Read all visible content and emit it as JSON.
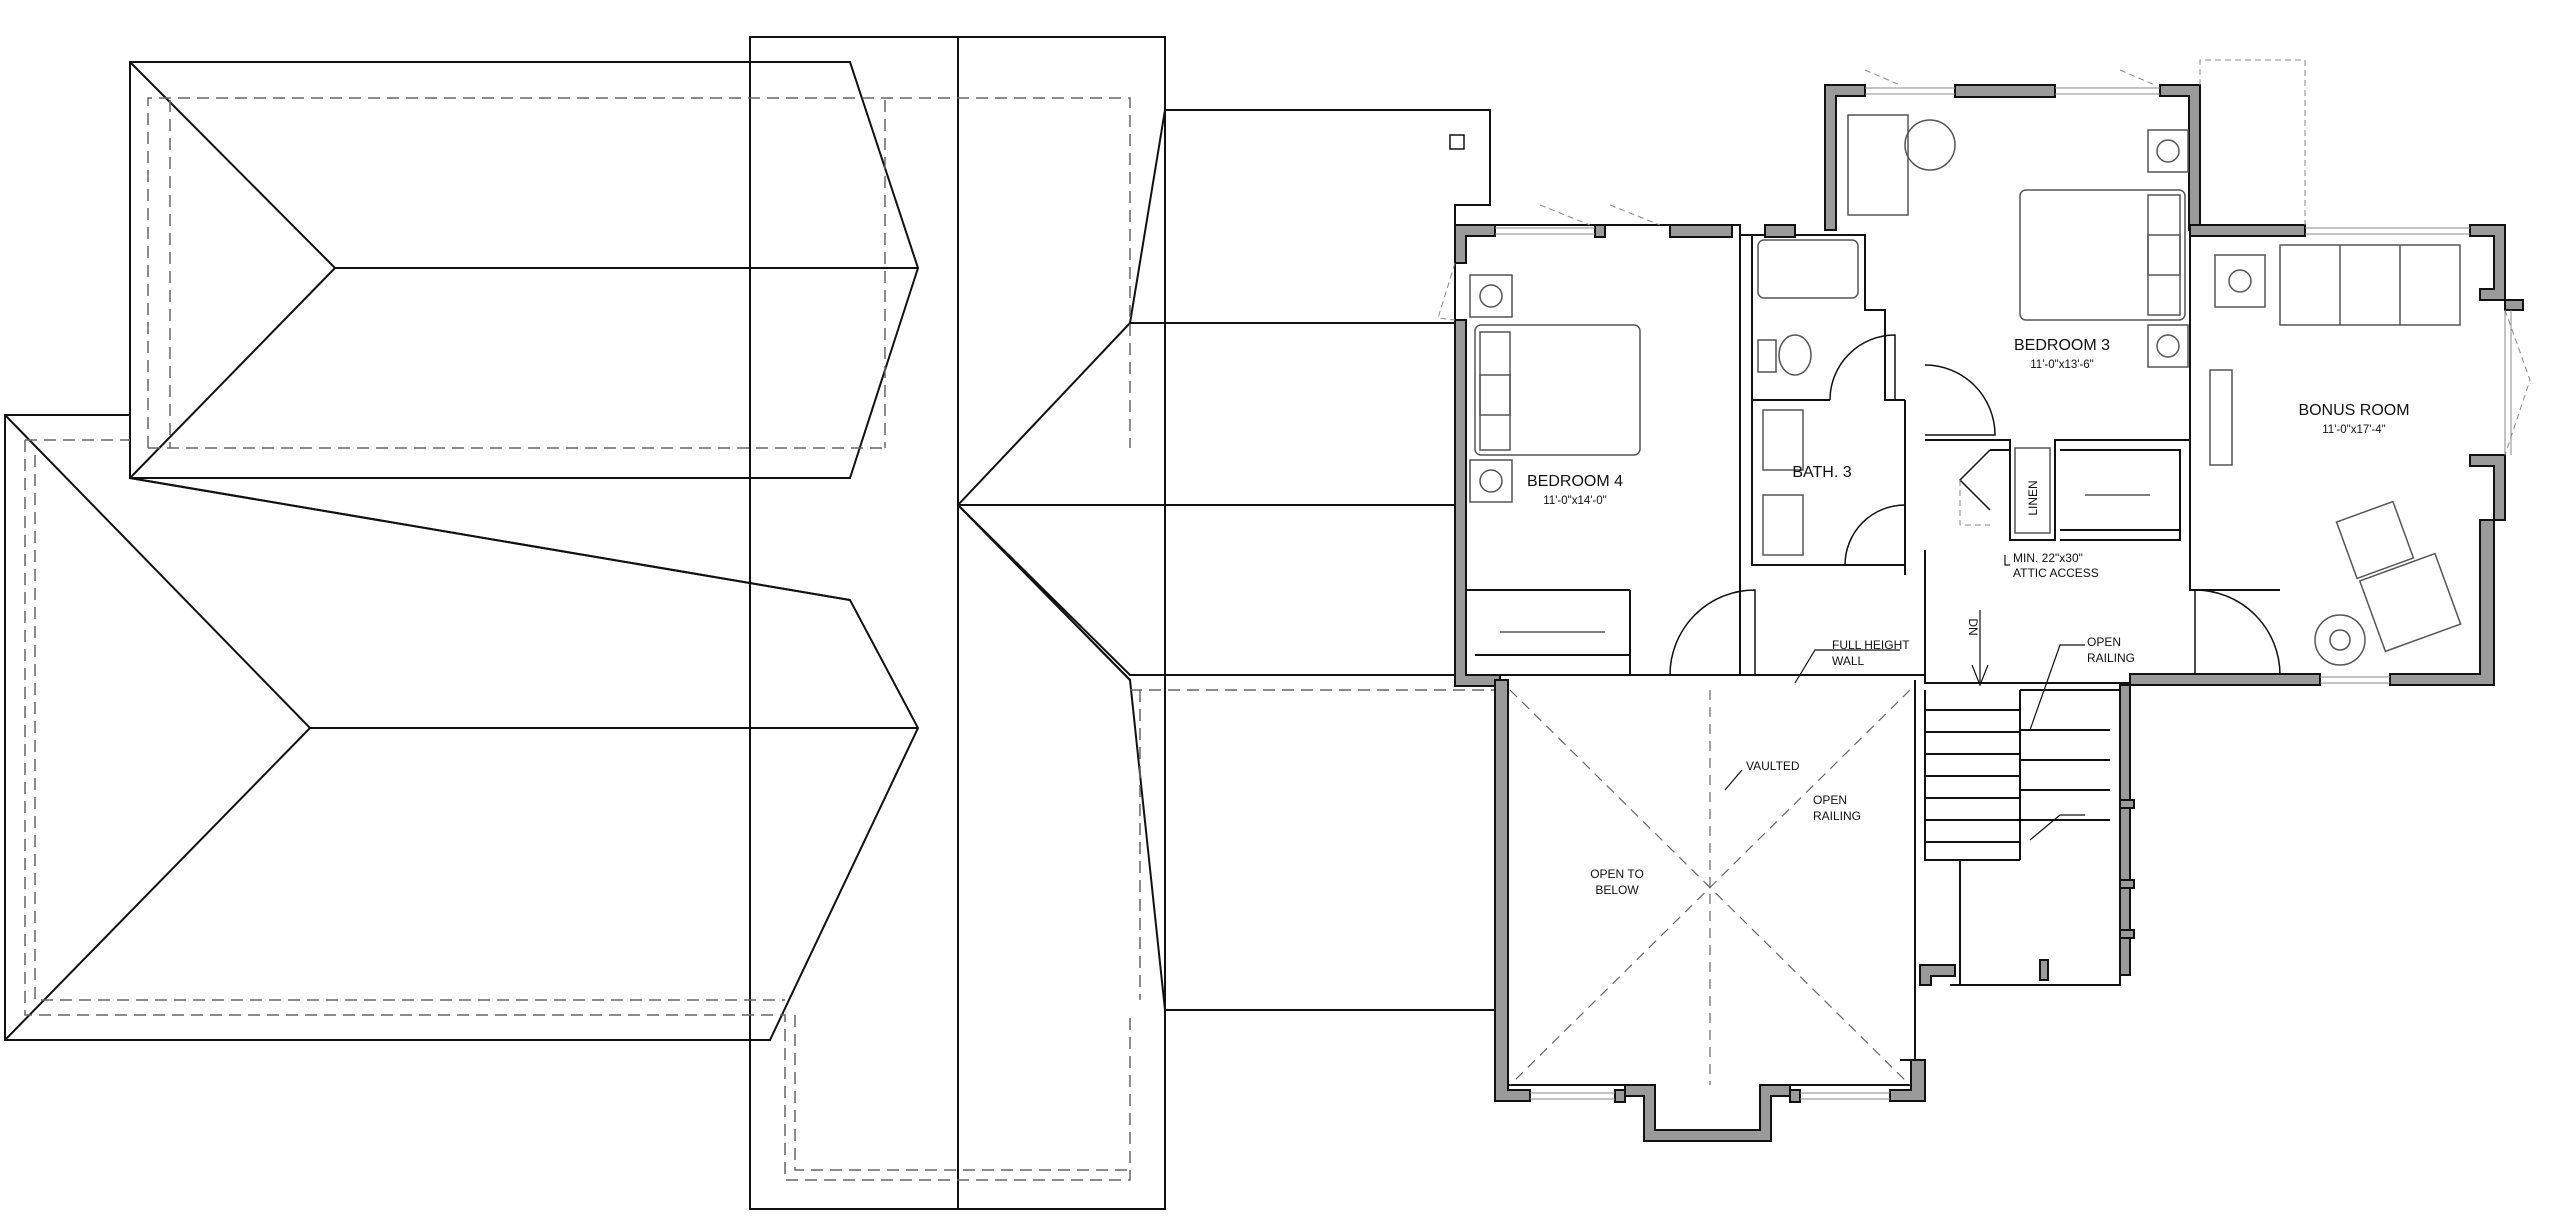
{
  "rooms": {
    "bedroom4": {
      "name": "BEDROOM 4",
      "dims": "11'-0\"x14'-0\""
    },
    "bedroom3": {
      "name": "BEDROOM 3",
      "dims": "11'-0\"x13'-6\""
    },
    "bonus": {
      "name": "BONUS ROOM",
      "dims": "11'-0\"x17'-4\""
    },
    "bath3": {
      "name": "BATH. 3"
    },
    "linen": {
      "name": "LINEN"
    }
  },
  "notes": {
    "attic_1": "MIN. 22\"x30\"",
    "attic_2": "ATTIC ACCESS",
    "full_height_1": "FULL HEIGHT",
    "full_height_2": "WALL",
    "open_railing_top_1": "OPEN",
    "open_railing_top_2": "RAILING",
    "open_railing_mid_1": "OPEN",
    "open_railing_mid_2": "RAILING",
    "vaulted": "VAULTED",
    "open_to_below_1": "OPEN TO",
    "open_to_below_2": "BELOW",
    "stair_dn": "DN"
  },
  "colors": {
    "line": "#111111",
    "wall_fill": "#9a9a9a",
    "dashed": "#666666",
    "fixture": "#555555"
  }
}
